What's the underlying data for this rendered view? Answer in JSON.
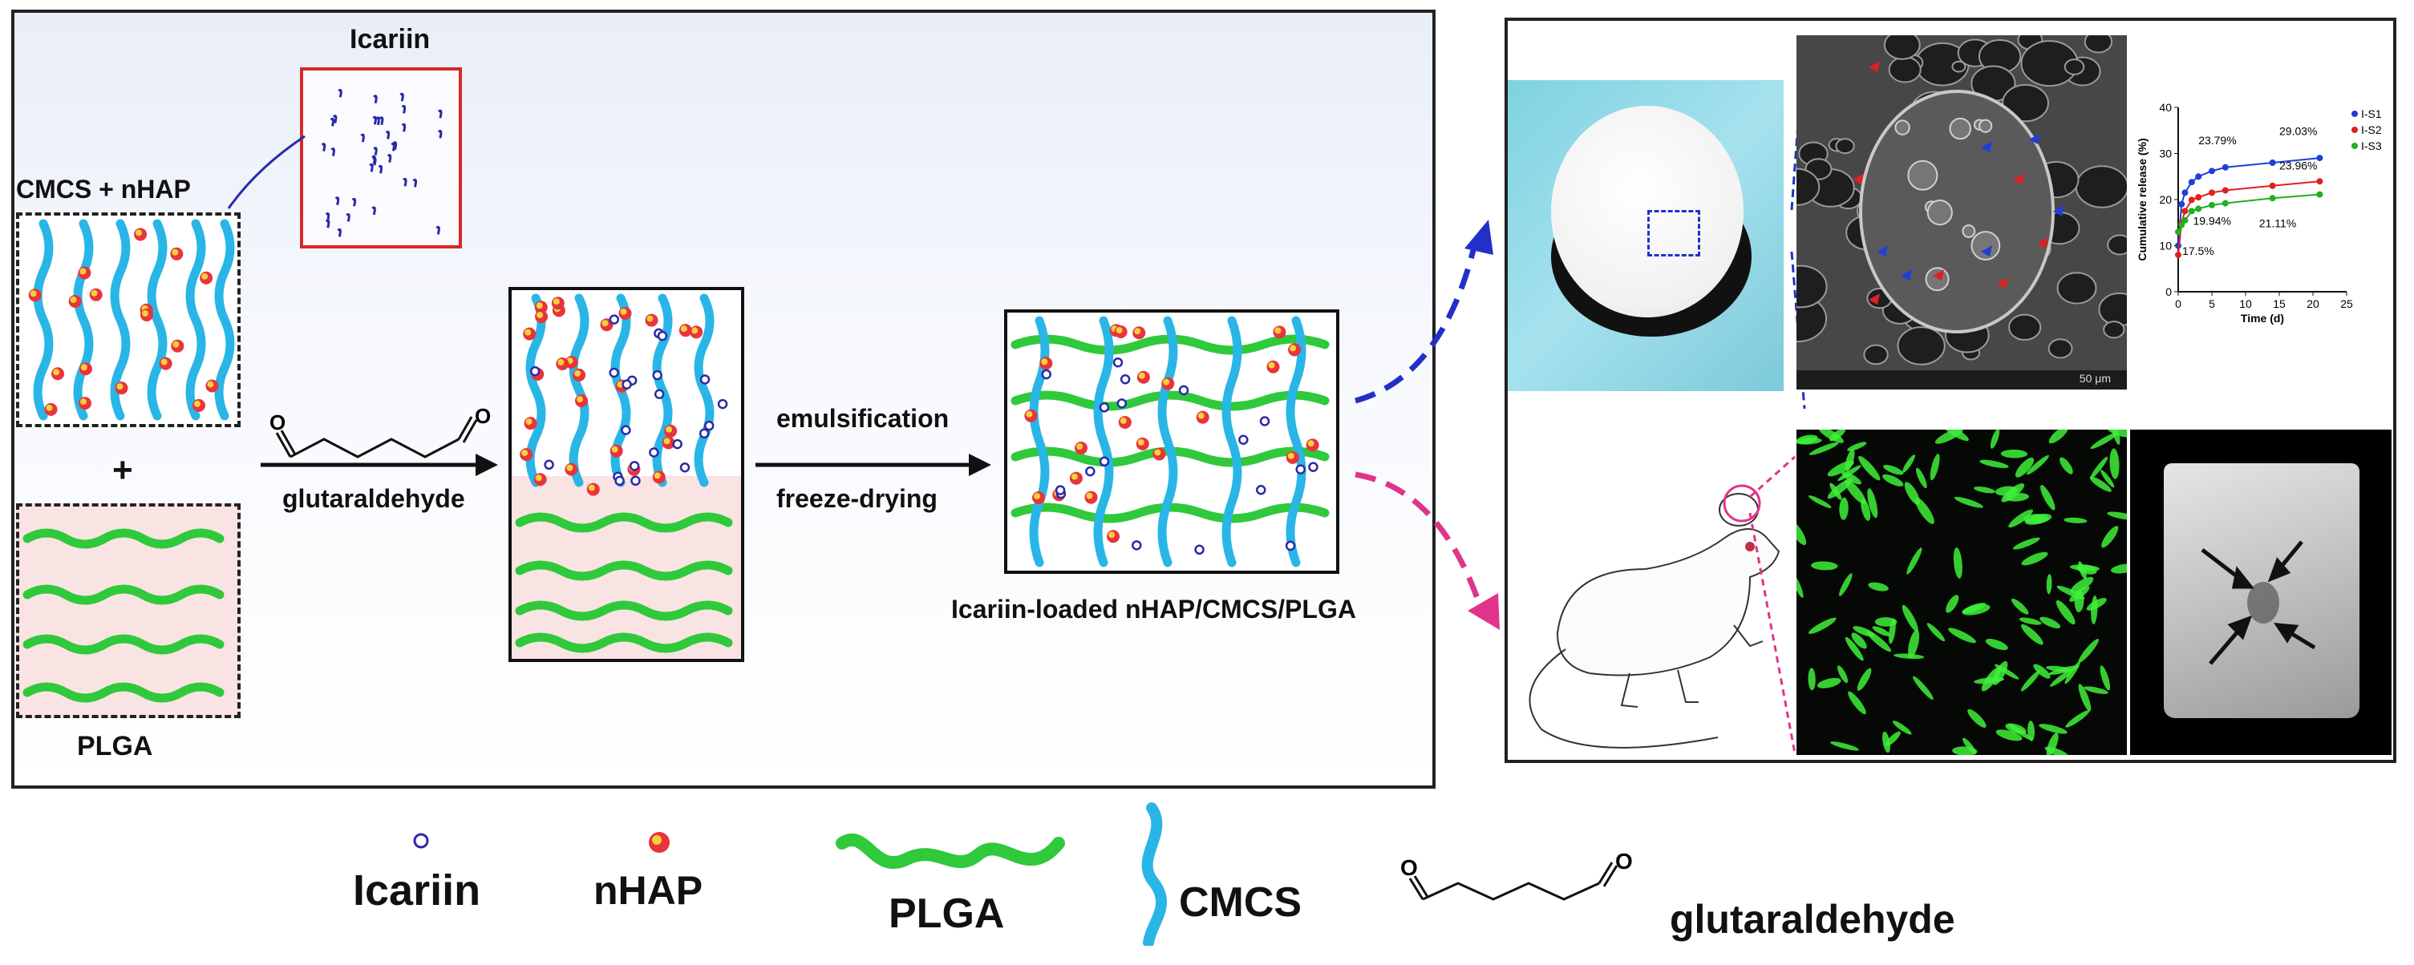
{
  "scheme": {
    "icariin_title": "Icariin",
    "cmcs_nhap_label": "CMCS + nHAP",
    "plus_sign": "+",
    "plga_label": "PLGA",
    "reagent_label": "glutaraldehyde",
    "step1_label": "emulsification",
    "step2_label": "freeze-drying",
    "product_label": "Icariin-loaded nHAP/CMCS/PLGA",
    "aldehyde_o": "O"
  },
  "legend": {
    "icariin": "Icariin",
    "nhap": "nHAP",
    "plga": "PLGA",
    "cmcs": "CMCS",
    "glutaraldehyde": "glutaraldehyde",
    "aldehyde_o": "O"
  },
  "colors": {
    "cmcs": "#29b6e6",
    "plga": "#2fc93b",
    "icariin": "#2a2aa8",
    "nhap": "#e8343c",
    "nhap_core": "#f2d23a",
    "blue_arrow": "#2230c8",
    "pink_arrow": "#e0348c",
    "icariin_box_border": "#d62828",
    "bottom_box_fill": "#f9e3e3"
  },
  "photos": {
    "sem_scale": "50 μm"
  },
  "chart_data": {
    "type": "line",
    "xlabel": "Time (d)",
    "ylabel": "Cumulative release (%)",
    "xlim": [
      0,
      25
    ],
    "ylim": [
      0,
      40
    ],
    "xticks": [
      "0",
      "5",
      "10",
      "15",
      "20",
      "25"
    ],
    "yticks": [
      "0",
      "10",
      "20",
      "30",
      "40"
    ],
    "legend_position": "top-right",
    "series": [
      {
        "name": "I-S1",
        "color": "#1f3fd8",
        "x": [
          0,
          0.5,
          1,
          2,
          3,
          5,
          7,
          14,
          21
        ],
        "y": [
          10,
          19,
          21.5,
          23.79,
          25,
          26.2,
          27,
          28,
          29.03
        ]
      },
      {
        "name": "I-S2",
        "color": "#e02020",
        "x": [
          0,
          0.5,
          1,
          2,
          3,
          5,
          7,
          14,
          21
        ],
        "y": [
          8,
          15,
          17.5,
          19.94,
          20.5,
          21.5,
          22,
          23,
          23.96
        ]
      },
      {
        "name": "I-S3",
        "color": "#20b020",
        "x": [
          0,
          0.5,
          1,
          2,
          3,
          5,
          7,
          14,
          21
        ],
        "y": [
          13,
          14.5,
          15.5,
          17.5,
          18,
          18.8,
          19.2,
          20.3,
          21.11
        ]
      }
    ],
    "annotations": [
      "23.79%",
      "29.03%",
      "23.96%",
      "19.94%",
      "17.5%",
      "21.11%"
    ]
  }
}
